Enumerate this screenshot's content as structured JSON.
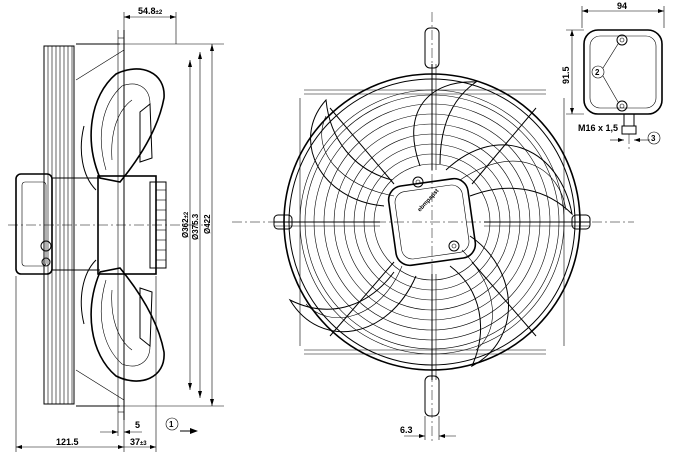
{
  "dimensions": {
    "top_depth": "54.8",
    "top_depth_tol": "±2",
    "bottom_overall": "121.5",
    "bottom_offset": "37",
    "bottom_offset_tol": "±3",
    "bottom_flange": "5",
    "diameter_inner": "Ø362",
    "diameter_inner_tol": "±2",
    "diameter_mid": "Ø375.3",
    "diameter_outer": "Ø422",
    "guard_wire": "6.3",
    "box_width": "94",
    "box_height": "91.5",
    "cable_gland": "M16 x 1,5"
  },
  "callouts": {
    "airflow": "1",
    "mounting_holes": "2",
    "cable_exit": "3"
  },
  "brand_label": "ebmpapst"
}
